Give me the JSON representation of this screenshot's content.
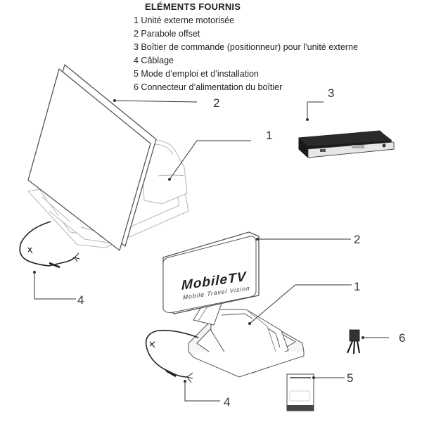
{
  "parts_list": {
    "title": "ELÉMENTS FOURNIS",
    "items": [
      "1 Unité externe motorisée",
      "2 Parabole offset",
      "3 Boîtier de commande (positionneur) pour l’unité externe",
      "4 Câblage",
      "5 Mode d’emploi et d’installation",
      "6 Connecteur d’alimentation du boîtier"
    ]
  },
  "callouts": {
    "top_dish": "2",
    "top_unit": "1",
    "control_box": "3",
    "top_cable": "4",
    "bottom_dish": "2",
    "bottom_unit": "1",
    "power_connector": "6",
    "manual": "5",
    "bottom_cable": "4"
  },
  "dish_logo": {
    "brand": "MobileTV",
    "tagline": "Mobile Travel Vision"
  },
  "colors": {
    "line": "#333333",
    "light_line": "#b0b0b0",
    "box_dark": "#1a1a1a"
  }
}
